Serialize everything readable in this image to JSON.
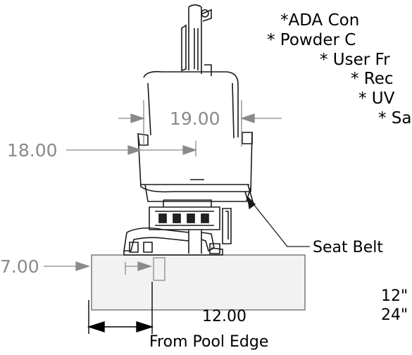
{
  "notes": [
    "*ADA Con",
    "* Powder C",
    "* User Fr",
    "* Rec",
    "* UV",
    "* Sa"
  ],
  "dimensions": {
    "seat_width": "19.00",
    "seat_height": "18.00",
    "base_height": "7.00",
    "pool_edge": "12.00",
    "pool_edge_label": "From Pool Edge"
  },
  "callouts": {
    "seat_belt": "Seat Belt"
  },
  "partial_texts": [
    "12\"",
    "24\""
  ]
}
